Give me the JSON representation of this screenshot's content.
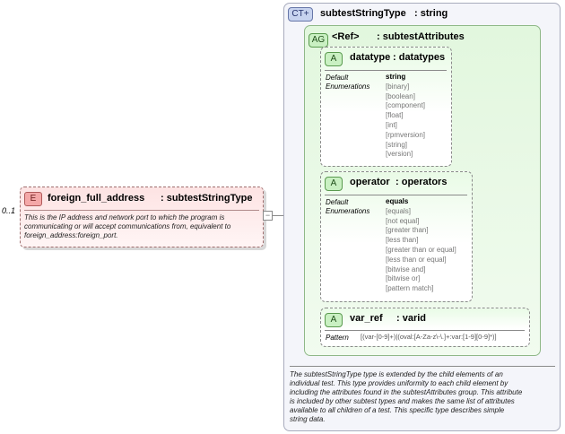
{
  "element": {
    "badge": "E",
    "name": "foreign_full_address",
    "type": ": subtestStringType",
    "cardinality": "0..1",
    "annotation_lines": [
      "This is the IP address and network port to which the program is",
      "communicating or will accept communications from, equivalent to",
      "foreign_address:foreign_port."
    ],
    "collapse_symbol": "−"
  },
  "complex_type": {
    "badge": "CT+",
    "name": "subtestStringType",
    "base": ": string",
    "description_lines": [
      "The subtestStringType type is extended by the child elements of an",
      "individual test.  This type provides uniformity to each child element by",
      "including the attributes found in the subtestAttributes group.  This attribute",
      "is included by other subtest types and makes the same list of attributes",
      "available to all children of a test.  This specific type describes simple",
      "string data."
    ]
  },
  "attribute_group": {
    "badge": "AG",
    "ref": "<Ref>",
    "name": ": subtestAttributes"
  },
  "attributes": [
    {
      "badge": "A",
      "name": "datatype",
      "type": ": datatypes",
      "label_default": "Default",
      "label_enum": "Enumerations",
      "default": "string",
      "enumerations": [
        "[binary]",
        "[boolean]",
        "[component]",
        "[float]",
        "[int]",
        "[rpmversion]",
        "[string]",
        "[version]"
      ]
    },
    {
      "badge": "A",
      "name": "operator",
      "type": ": operators",
      "label_default": "Default",
      "label_enum": "Enumerations",
      "default": "equals",
      "enumerations": [
        "[equals]",
        "[not equal]",
        "[greater than]",
        "[less than]",
        "[greater than or equal]",
        "[less than or equal]",
        "[bitwise and]",
        "[bitwise or]",
        "[pattern match]"
      ]
    },
    {
      "badge": "A",
      "name": "var_ref",
      "type": ": varid",
      "label_pattern": "Pattern",
      "pattern": "[(var-[0-9]+)|(oval:[A-Za-z\\-\\.]+:var:[1-9][0-9]*)]"
    }
  ],
  "colors": {
    "element_bg": "#fde3e3",
    "element_badge": "#f4a8a8",
    "attribute_bg": "#e9fbe6",
    "attribute_badge": "#c9f0c2",
    "complex_type_badge": "#c7d3ef"
  }
}
